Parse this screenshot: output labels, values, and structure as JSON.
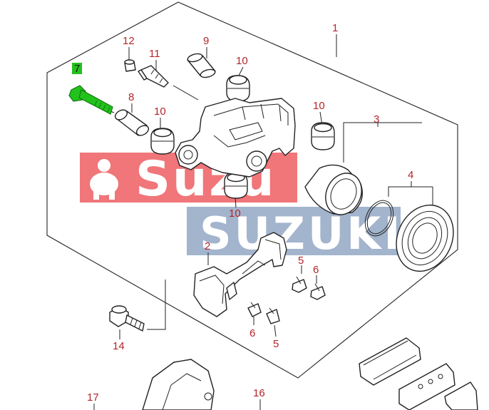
{
  "diagram": {
    "labels": {
      "p1": "1",
      "p2": "2",
      "p3": "3",
      "p4": "4",
      "p5a": "5",
      "p5b": "5",
      "p6a": "6",
      "p6b": "6",
      "p7": "7",
      "p8": "8",
      "p9": "9",
      "p10a": "10",
      "p10b": "10",
      "p10c": "10",
      "p10d": "10",
      "p11": "11",
      "p12": "12",
      "p14": "14",
      "p16": "16",
      "p17": "17"
    },
    "highlighted_part": "7",
    "watermark": {
      "brand_top": "Suzu",
      "brand_bottom": "SUZUKI"
    },
    "colors": {
      "label": "#b3262b",
      "highlight": "#22c21c",
      "watermark_red": "#e8363b",
      "watermark_blue": "#3a5f93",
      "line": "#222222"
    }
  }
}
